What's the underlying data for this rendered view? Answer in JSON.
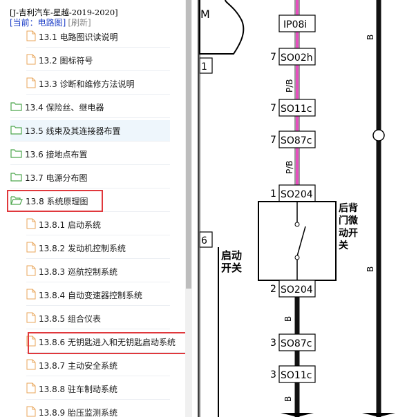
{
  "tree": {
    "book_title": "[J-吉利汽车-星越-2019-2020]",
    "current_label": "[当前：电路图]",
    "refresh_label": "[刷新]",
    "items": [
      {
        "label": "13.1 电路图识读说明",
        "type": "file",
        "selected": false
      },
      {
        "label": "13.2 图标符号",
        "type": "file",
        "selected": false
      },
      {
        "label": "13.3 诊断和维修方法说明",
        "type": "file",
        "selected": false
      },
      {
        "label": "13.4 保险丝、继电器",
        "type": "folder",
        "selected": false
      },
      {
        "label": "13.5 线束及其连接器布置",
        "type": "folder",
        "selected": false
      },
      {
        "label": "13.6 接地点布置",
        "type": "folder",
        "selected": false
      },
      {
        "label": "13.7 电源分布图",
        "type": "folder",
        "selected": false
      },
      {
        "label": "13.8 系统原理图",
        "type": "folder-open",
        "selected": true
      },
      {
        "label": "13.8.1 启动系统",
        "type": "file",
        "selected": false
      },
      {
        "label": "13.8.2 发动机控制系统",
        "type": "file",
        "selected": false
      },
      {
        "label": "13.8.3 巡航控制系统",
        "type": "file",
        "selected": false
      },
      {
        "label": "13.8.4 自动变速器控制系统",
        "type": "file",
        "selected": false
      },
      {
        "label": "13.8.5 组合仪表",
        "type": "file",
        "selected": false
      },
      {
        "label": "13.8.6 无钥匙进入和无钥匙启动系统",
        "type": "file",
        "selected": true
      },
      {
        "label": "13.8.7 主动安全系统",
        "type": "file",
        "selected": false
      },
      {
        "label": "13.8.8 驻车制动系统",
        "type": "file",
        "selected": false
      },
      {
        "label": "13.8.9 胎压监测系统",
        "type": "file",
        "selected": false
      }
    ]
  },
  "diagram": {
    "top_left_pin": "M",
    "left_pin_1": "1",
    "left_pin_6": "6",
    "start_switch_label": [
      "启动",
      "开关"
    ],
    "tailgate_switch_label": [
      "后背",
      "门微",
      "动开",
      "关"
    ],
    "wire_color_pb": "P/B",
    "wire_color_b": "B",
    "connectors": [
      {
        "pin": "",
        "code": "IP08i"
      },
      {
        "pin": "7",
        "code": "SO02h"
      },
      {
        "pin": "7",
        "code": "SO11c"
      },
      {
        "pin": "7",
        "code": "SO87c"
      },
      {
        "pin": "1",
        "code": "SO204"
      },
      {
        "pin": "2",
        "code": "SO204"
      },
      {
        "pin": "3",
        "code": "SO87c"
      },
      {
        "pin": "3",
        "code": "SO11c"
      }
    ],
    "colors": {
      "pink_wire": "#e64fbf",
      "black_wire": "#111111",
      "highlight_box": "#e0383c",
      "folder_green": "#4ea64e"
    }
  }
}
